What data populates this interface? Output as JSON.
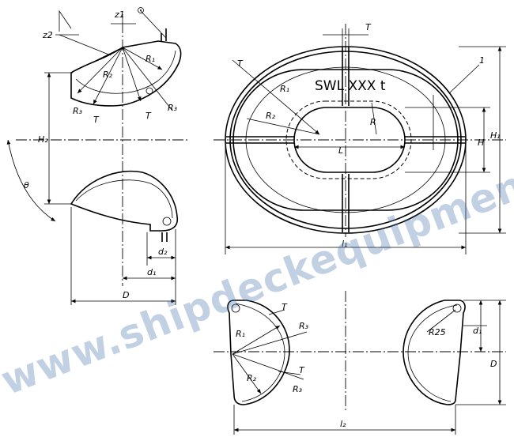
{
  "watermark": "www.shipdeckequipments.com",
  "colors": {
    "line": "#000000",
    "watermark": "#3d6ea6",
    "background": "#ffffff"
  },
  "side_view": {
    "labels": {
      "z1": "z1",
      "z2": "z2",
      "R1": "R₁",
      "R2": "R₂",
      "R3a": "R₃",
      "R3b": "R₃",
      "T1": "T",
      "T2": "T",
      "H2": "H₂",
      "theta": "θ",
      "d2": "d₂",
      "d1": "d₁",
      "D": "D"
    }
  },
  "top_view": {
    "labels": {
      "T": "T",
      "swl": "SWL XXX t",
      "callout": "1",
      "R1": "R₁",
      "R2": "R₂",
      "R": "R",
      "L": "L",
      "T2": "T",
      "H": "H",
      "H1": "H₁",
      "l1": "l₁"
    }
  },
  "bottom_view": {
    "labels": {
      "T1": "T",
      "R3a": "R₃",
      "R1": "R₁",
      "R2": "R₂",
      "T2": "T",
      "R3b": "R₃",
      "R25": "R25",
      "d1": "d₁",
      "D": "D",
      "l2": "l₂"
    }
  }
}
